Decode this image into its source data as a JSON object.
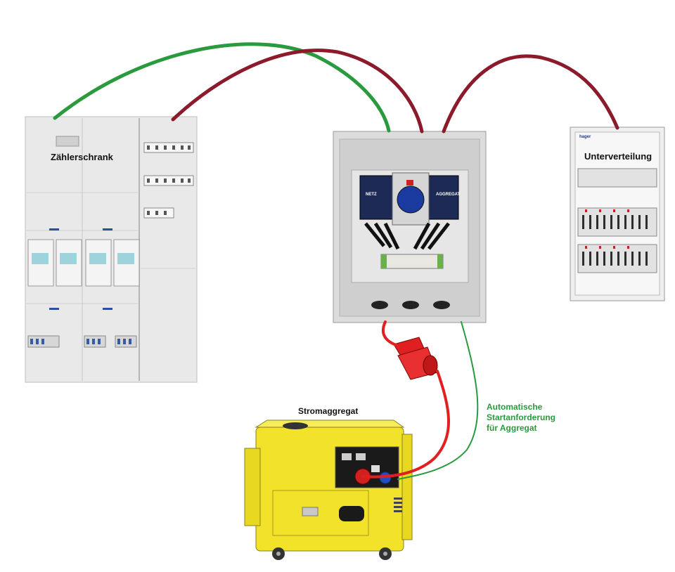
{
  "labels": {
    "meter_cabinet": "Zählerschrank",
    "sub_distribution": "Unterverteilung",
    "generator": "Stromaggregat",
    "auto_start_line1": "Automatische",
    "auto_start_line2": "Startanforderung",
    "auto_start_line3": "für Aggregat",
    "switch_grid": "NETZ",
    "switch_generator": "AGGREGAT",
    "brand": "hager"
  },
  "colors": {
    "power_cable": "#8b1a2b",
    "signal_cable": "#2a9a3e",
    "connector_cable": "#e02020",
    "generator_body": "#f2e22a",
    "cabinet": "#ececec"
  }
}
